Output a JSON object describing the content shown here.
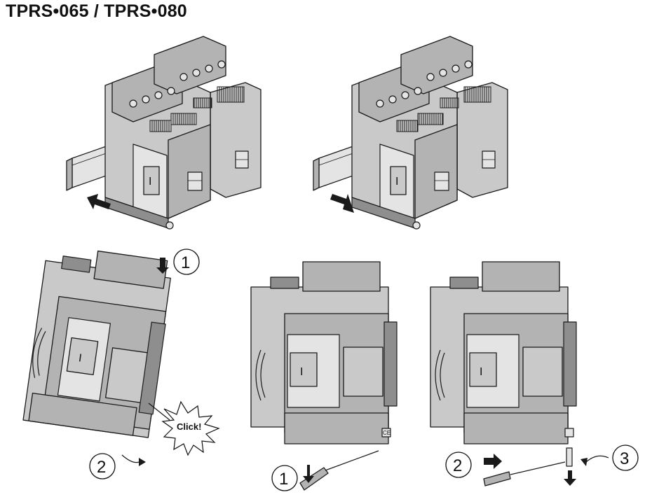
{
  "title": "TPRS•065 / TPRS•080",
  "steps": {
    "step1": "1",
    "step2": "2",
    "step3": "3"
  },
  "click_label": "Click!",
  "device_mark": "I",
  "ce_mark": "CE"
}
